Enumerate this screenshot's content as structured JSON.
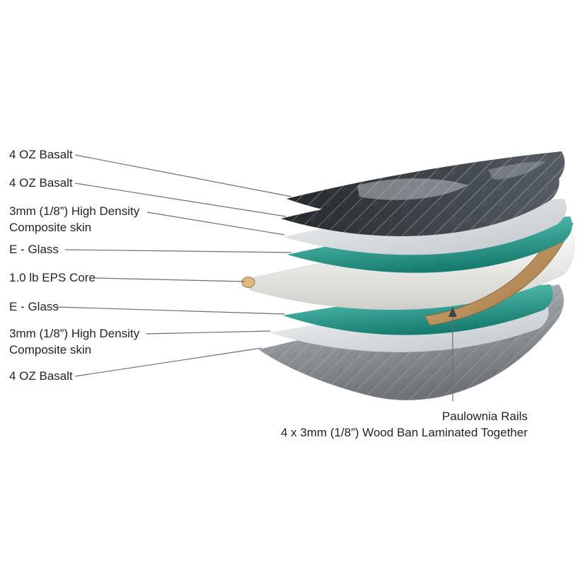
{
  "diagram": {
    "kind": "exploded-layer-construction-diagram",
    "labels_left": [
      {
        "text": "4 OZ Basalt"
      },
      {
        "text": "4 OZ Basalt"
      },
      {
        "text": "3mm (1/8”) High Density\nComposite skin"
      },
      {
        "text": "E - Glass"
      },
      {
        "text": "1.0 lb EPS Core"
      },
      {
        "text": "E - Glass"
      },
      {
        "text": "3mm (1/8”) High Density\nComposite skin"
      },
      {
        "text": "4 OZ Basalt"
      }
    ],
    "labels_bottom": {
      "line1": "Paulownia Rails",
      "line2": "4 x 3mm (1/8”) Wood Ban Laminated Together"
    },
    "layers": [
      {
        "name": "4 OZ Basalt (top)"
      },
      {
        "name": "4 OZ Basalt"
      },
      {
        "name": "3mm (1/8”) High Density Composite skin"
      },
      {
        "name": "E - Glass"
      },
      {
        "name": "1.0 lb EPS Core"
      },
      {
        "name": "E - Glass"
      },
      {
        "name": "3mm (1/8”) High Density Composite skin"
      },
      {
        "name": "4 OZ Basalt (bottom)"
      },
      {
        "name": "Paulownia Rails — 4 x 3mm (1/8”) wood ban laminated together"
      }
    ]
  },
  "colors": {
    "background": "#ffffff",
    "text": "#232323",
    "leader_line": "#6d6e71",
    "arrow": "#3f4448",
    "basalt_dark": "#24292c",
    "basalt_light": "#565d63",
    "basalt_sheen": "#c3c9cd",
    "composite_light": "#f2f4f5",
    "composite_shade": "#bfc5c8",
    "eglass_light": "#66d4c5",
    "eglass_dark": "#177c70",
    "core_light": "#fbfbfa",
    "core_shade": "#cfcfca",
    "wood_light": "#dfb67c",
    "wood_dark": "#9a7140",
    "bottom_gray_light": "#b7bcc0",
    "bottom_gray_dark": "#6d7377"
  }
}
